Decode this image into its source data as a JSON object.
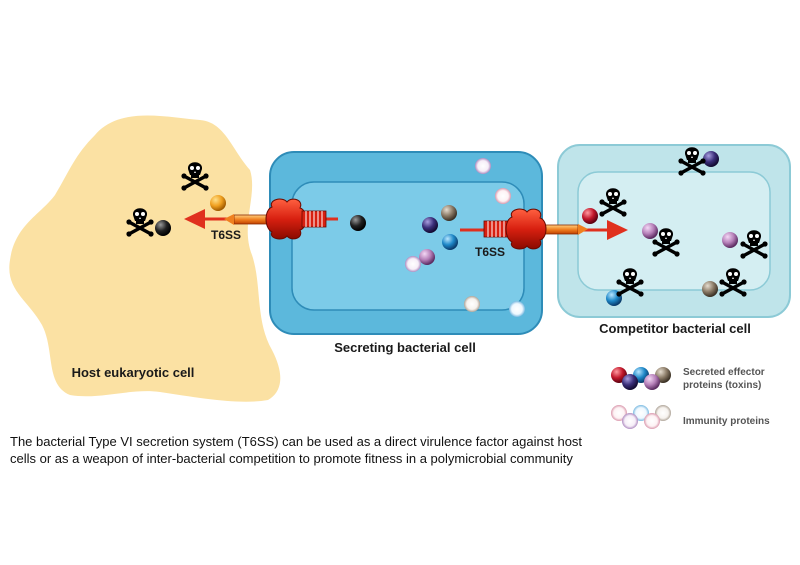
{
  "labels": {
    "host_cell": "Host eukaryotic cell",
    "secreting_cell": "Secreting bacterial cell",
    "competitor_cell": "Competitor bacterial cell",
    "t6ss_left": "T6SS",
    "t6ss_right": "T6SS"
  },
  "legend": {
    "effectors_line1": "Secreted effector",
    "effectors_line2": "proteins (toxins)",
    "immunity": "Immunity proteins"
  },
  "caption": {
    "line1": "The bacterial Type VI secretion system (T6SS) can be used as a direct virulence factor against host",
    "line2": "cells or as a weapon of inter-bacterial competition to promote fitness in a polymicrobial community"
  },
  "colors": {
    "host": "#fbe1a3",
    "secreting_outer": "#5cb8dc",
    "secreting_inner": "#7ccbe8",
    "competitor_outer": "#bfe4ea",
    "competitor_inner": "#d4eef2",
    "arrow": "#e0301e",
    "effector_red": "#c2182b",
    "effector_blue": "#1e88c8",
    "effector_indigo": "#3b2f7a",
    "effector_gray": "#8a7a66",
    "effector_purple": "#b57fb8",
    "effector_black": "#222222",
    "effector_orange": "#f0a020"
  }
}
